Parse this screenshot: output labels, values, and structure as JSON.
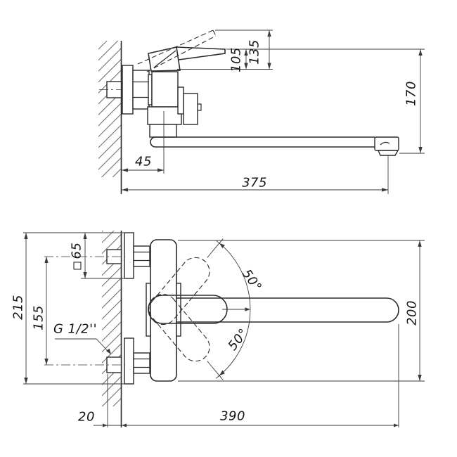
{
  "drawing": {
    "kind": "dimensional technical drawing, wall-mounted single-lever mixer faucet",
    "views": {
      "side": "side view (top)",
      "front": "front view (bottom)"
    }
  },
  "dims": {
    "d135": "135",
    "d105": "105",
    "d170": "170",
    "d45": "45",
    "d375": "375",
    "d65": "65",
    "d215": "215",
    "d155": "155",
    "thread": "G 1/2''",
    "angle_top": "50°",
    "angle_bottom": "50°",
    "d200": "200",
    "d20": "20",
    "d390": "390"
  },
  "symbols": {
    "square": "square-profile"
  },
  "colors": {
    "line": "#2b2b2b",
    "dimension": "#3a3a3a",
    "background": "#ffffff"
  }
}
